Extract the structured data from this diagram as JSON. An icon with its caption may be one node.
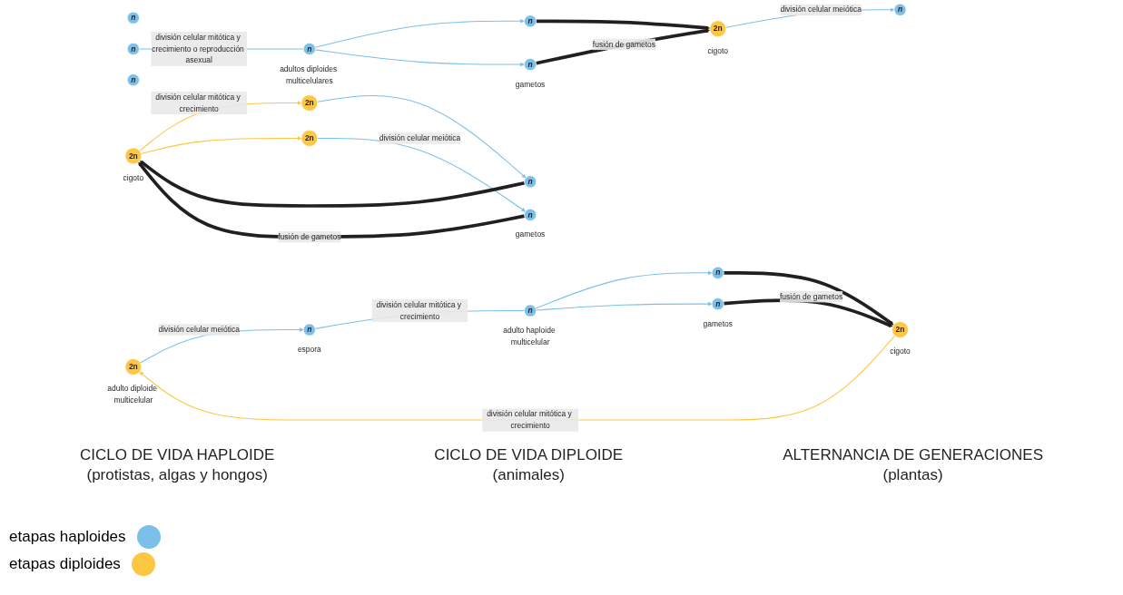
{
  "diagram": {
    "nodes": [
      {
        "text": [
          "n"
        ]
      },
      {
        "text": [
          "n"
        ]
      },
      {
        "text": [
          "n"
        ]
      },
      {
        "text": [
          "n"
        ]
      },
      {
        "text": [
          "n"
        ]
      },
      {
        "text": [
          "2n"
        ],
        "beside": [
          "cigoto"
        ]
      },
      {
        "text": [
          "n"
        ]
      },
      {
        "text": [
          "n"
        ],
        "beside": [
          "gametos"
        ]
      },
      {
        "text": [
          "2n"
        ],
        "beside": [
          "cigoto"
        ]
      },
      {
        "text": [
          "2n"
        ],
        "beside": [
          "adultos diploides multicelulares"
        ]
      },
      {
        "text": [
          "2n"
        ]
      },
      {
        "text": [
          "n"
        ]
      },
      {
        "text": [
          "n"
        ],
        "beside": [
          "gametos"
        ]
      },
      {
        "text": [
          "2n"
        ],
        "beside": [
          "adulto diploide multicelular"
        ]
      },
      {
        "text": [
          "n"
        ],
        "beside": [
          "espora"
        ]
      },
      {
        "text": [
          "n"
        ],
        "beside": [
          "adulto haploide multicelular"
        ]
      },
      {
        "text": [
          "2n"
        ],
        "beside": [
          "cigoto"
        ]
      },
      {
        "text": [
          "n"
        ]
      },
      {
        "text": [
          "n"
        ],
        "beside": [
          "gametos"
        ]
      }
    ],
    "edges": [
      {
        "from": 5,
        "to": 2,
        "arrow": "to",
        "label": "división celular meiótica"
      },
      {
        "from": 1,
        "to": 4,
        "arrow": "none",
        "label": "división celular mitótica y crecimiento o reproducción asexual"
      },
      {
        "from": 4,
        "to": 6,
        "arrow": "to"
      },
      {
        "from": 4,
        "to": 7,
        "arrow": "to"
      },
      {
        "from": 6,
        "to": 5,
        "arrow": "to",
        "style": "thick",
        "color": "#231f20"
      },
      {
        "from": 7,
        "to": 5,
        "arrow": "to",
        "style": "thick",
        "color": "#231f20",
        "label": "fusión de gametos"
      },
      {
        "from": 8,
        "to": 9,
        "arrow": "to",
        "color": "#fdc743",
        "label": "división celular mitótica y crecimiento"
      },
      {
        "from": 8,
        "to": 10,
        "arrow": "to",
        "color": "#fdc743"
      },
      {
        "from": 9,
        "to": 11,
        "arrow": "to"
      },
      {
        "from": 10,
        "to": 12,
        "arrow": "to",
        "label": "división celular meiótica"
      },
      {
        "from": 11,
        "to": 8,
        "arrow": "to",
        "style": "thick",
        "color": "#231f20"
      },
      {
        "from": 12,
        "to": 8,
        "arrow": "to",
        "style": "thick",
        "color": "#231f20",
        "label": "fusión de gametos"
      },
      {
        "from": 13,
        "to": 14,
        "arrow": "to",
        "label": "división celular meiótica"
      },
      {
        "from": 14,
        "to": 15,
        "arrow": "none",
        "label": "división celular mitótica y crecimiento"
      },
      {
        "from": 15,
        "to": 17,
        "arrow": "to"
      },
      {
        "from": 15,
        "to": 18,
        "arrow": "to"
      },
      {
        "from": 17,
        "to": 16,
        "arrow": "to",
        "style": "thick",
        "color": "#231f20"
      },
      {
        "from": 18,
        "to": 16,
        "arrow": "to",
        "style": "thick",
        "color": "#231f20",
        "label": "fusión de gametos"
      },
      {
        "from": 16,
        "to": 13,
        "arrow": "to",
        "color": "#fdc743",
        "label": "división celular mitótica y crecimiento"
      }
    ],
    "labels": [
      "CICLO DE VIDA HAPLOIDE",
      "(protistas, algas y hongos)",
      "CICLO DE VIDA DIPLOIDE",
      "(animales)",
      "ALTERNANCIA DE GENERACIONES",
      "(plantas)"
    ],
    "legend": [
      {
        "text": "etapas haploides",
        "color": "#7cc0ea"
      },
      {
        "text": "etapas diploides",
        "color": "#fdc743"
      }
    ]
  }
}
